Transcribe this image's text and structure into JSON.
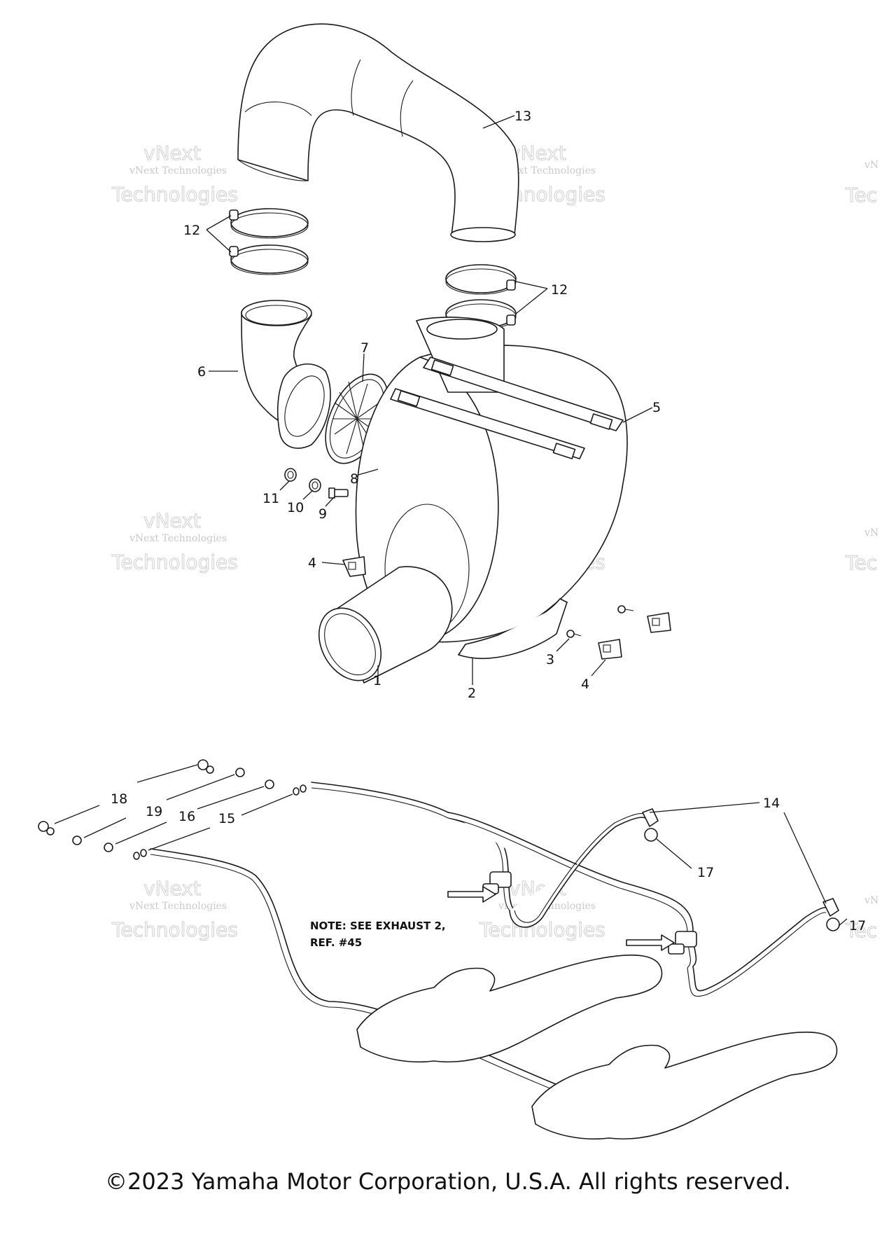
{
  "watermark": {
    "line1": "vNext Technologies",
    "line2": "vNext",
    "line3": "Technologies",
    "edge1": "vN",
    "edge2": "Tec"
  },
  "callouts": {
    "c1": "1",
    "c2": "2",
    "c3": "3",
    "c4a": "4",
    "c4b": "4",
    "c5": "5",
    "c6": "6",
    "c7": "7",
    "c8": "8",
    "c9": "9",
    "c10": "10",
    "c11": "11",
    "c12a": "12",
    "c12b": "12",
    "c13": "13",
    "c14": "14",
    "c15": "15",
    "c16": "16",
    "c17a": "17",
    "c17b": "17",
    "c18": "18",
    "c19": "19"
  },
  "note": {
    "line1": "NOTE: SEE EXHAUST 2,",
    "line2": "REF. #45"
  },
  "copyright": "©2023 Yamaha Motor Corporation, U.S.A. All rights reserved."
}
